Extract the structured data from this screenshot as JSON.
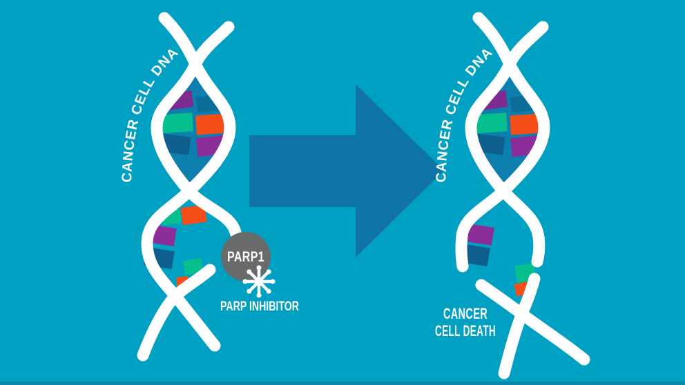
{
  "title": "PARP inhibitor mechanism infographic",
  "colors": {
    "background": "#00a0c3",
    "bottom_edge": "#0b87a5",
    "strand": "#ffffff",
    "lens": "#0d7fae",
    "arrow": "#0e73a7",
    "parp_circle": "#696a6c",
    "green": "#06bf8e",
    "orange": "#f44e19",
    "purple": "#7e2b8f",
    "purple_alt": "#8b2e99",
    "navy": "#0e5f8e",
    "teal_dark": "#0c6d99",
    "label_text": "#ffffff"
  },
  "left_helix": {
    "label": "CANCER CELL DNA"
  },
  "parp": {
    "enzyme_label": "PARP1",
    "inhibitor_label": "PARP INHIBITOR"
  },
  "right_helix": {
    "label": "CANCER CELL DNA",
    "death_line1": "CANCER",
    "death_line2": "CELL DEATH"
  }
}
